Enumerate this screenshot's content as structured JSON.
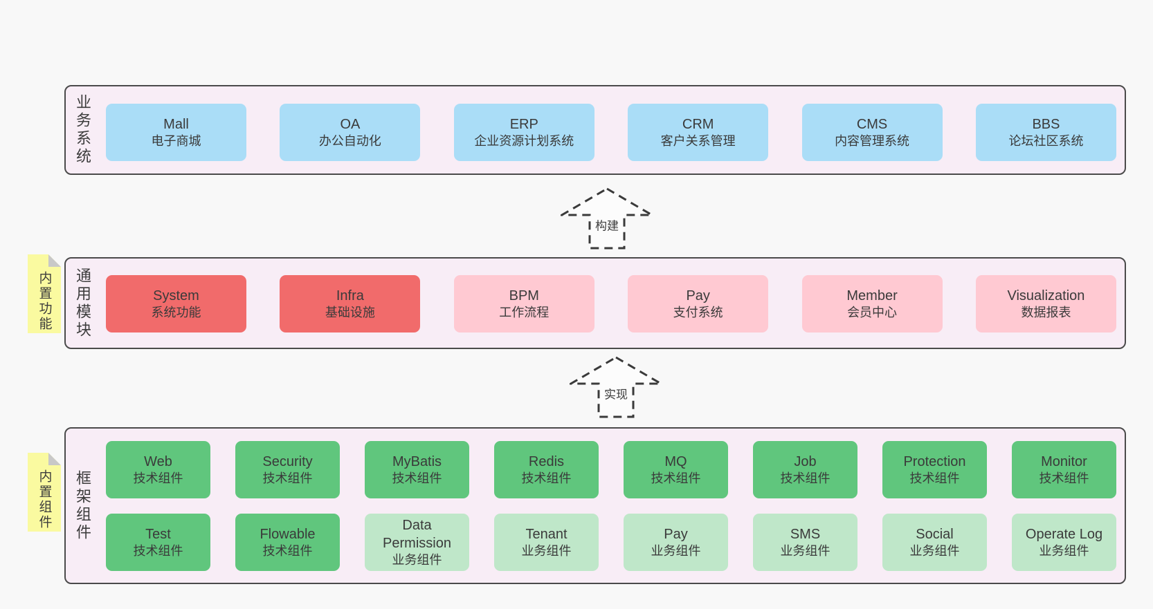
{
  "colors": {
    "background": "#f8f8f8",
    "container_fill": "#f8edf6",
    "container_border": "#4a4a4a",
    "business_box": "#aaddf7",
    "core_module_box": "#f16b6b",
    "optional_module_box": "#ffc9d2",
    "tech_component_box": "#60c67d",
    "biz_component_box": "#bfe7c9",
    "sticky_note": "#fafaa0"
  },
  "arrows": [
    {
      "label": "构建"
    },
    {
      "label": "实现"
    }
  ],
  "layers": [
    {
      "label": "业务系统",
      "boxes": [
        {
          "title": "Mall",
          "subtitle": "电子商城"
        },
        {
          "title": "OA",
          "subtitle": "办公自动化"
        },
        {
          "title": "ERP",
          "subtitle": "企业资源计划系统"
        },
        {
          "title": "CRM",
          "subtitle": "客户关系管理"
        },
        {
          "title": "CMS",
          "subtitle": "内容管理系统"
        },
        {
          "title": "BBS",
          "subtitle": "论坛社区系统"
        }
      ]
    },
    {
      "label": "通用模块",
      "note": "内置功能",
      "boxes": [
        {
          "title": "System",
          "subtitle": "系统功能"
        },
        {
          "title": "Infra",
          "subtitle": "基础设施"
        },
        {
          "title": "BPM",
          "subtitle": "工作流程"
        },
        {
          "title": "Pay",
          "subtitle": "支付系统"
        },
        {
          "title": "Member",
          "subtitle": "会员中心"
        },
        {
          "title": "Visualization",
          "subtitle": "数据报表"
        }
      ]
    },
    {
      "label": "框架组件",
      "note": "内置组件",
      "rows": [
        [
          {
            "title": "Web",
            "subtitle": "技术组件"
          },
          {
            "title": "Security",
            "subtitle": "技术组件"
          },
          {
            "title": "MyBatis",
            "subtitle": "技术组件"
          },
          {
            "title": "Redis",
            "subtitle": "技术组件"
          },
          {
            "title": "MQ",
            "subtitle": "技术组件"
          },
          {
            "title": "Job",
            "subtitle": "技术组件"
          },
          {
            "title": "Protection",
            "subtitle": "技术组件"
          },
          {
            "title": "Monitor",
            "subtitle": "技术组件"
          }
        ],
        [
          {
            "title": "Test",
            "subtitle": "技术组件"
          },
          {
            "title": "Flowable",
            "subtitle": "技术组件"
          },
          {
            "title": "Data Permission",
            "subtitle": "业务组件"
          },
          {
            "title": "Tenant",
            "subtitle": "业务组件"
          },
          {
            "title": "Pay",
            "subtitle": "业务组件"
          },
          {
            "title": "SMS",
            "subtitle": "业务组件"
          },
          {
            "title": "Social",
            "subtitle": "业务组件"
          },
          {
            "title": "Operate Log",
            "subtitle": "业务组件"
          }
        ]
      ]
    }
  ]
}
